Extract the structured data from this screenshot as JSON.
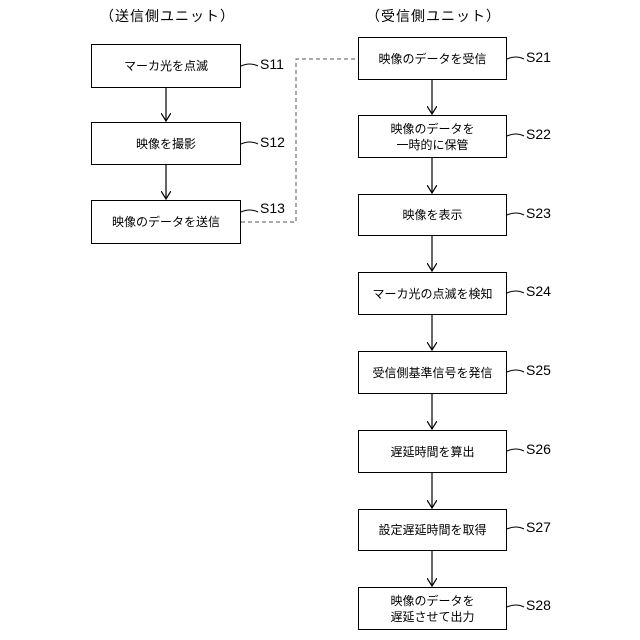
{
  "diagram": {
    "sender": {
      "heading": "（送信側ユニット）",
      "steps": [
        {
          "id": "S11",
          "label": "S11",
          "lines": [
            "マーカ光を点滅"
          ]
        },
        {
          "id": "S12",
          "label": "S12",
          "lines": [
            "映像を撮影"
          ]
        },
        {
          "id": "S13",
          "label": "S13",
          "lines": [
            "映像のデータを送信"
          ]
        }
      ]
    },
    "receiver": {
      "heading": "（受信側ユニット）",
      "steps": [
        {
          "id": "S21",
          "label": "S21",
          "lines": [
            "映像のデータを受信"
          ]
        },
        {
          "id": "S22",
          "label": "S22",
          "lines": [
            "映像のデータを",
            "一時的に保管"
          ]
        },
        {
          "id": "S23",
          "label": "S23",
          "lines": [
            "映像を表示"
          ]
        },
        {
          "id": "S24",
          "label": "S24",
          "lines": [
            "マーカ光の点滅を検知"
          ]
        },
        {
          "id": "S25",
          "label": "S25",
          "lines": [
            "受信側基準信号を発信"
          ]
        },
        {
          "id": "S26",
          "label": "S26",
          "lines": [
            "遅延時間を算出"
          ]
        },
        {
          "id": "S27",
          "label": "S27",
          "lines": [
            "設定遅延時間を取得"
          ]
        },
        {
          "id": "S28",
          "label": "S28",
          "lines": [
            "映像のデータを",
            "遅延させて出力"
          ]
        }
      ]
    }
  }
}
